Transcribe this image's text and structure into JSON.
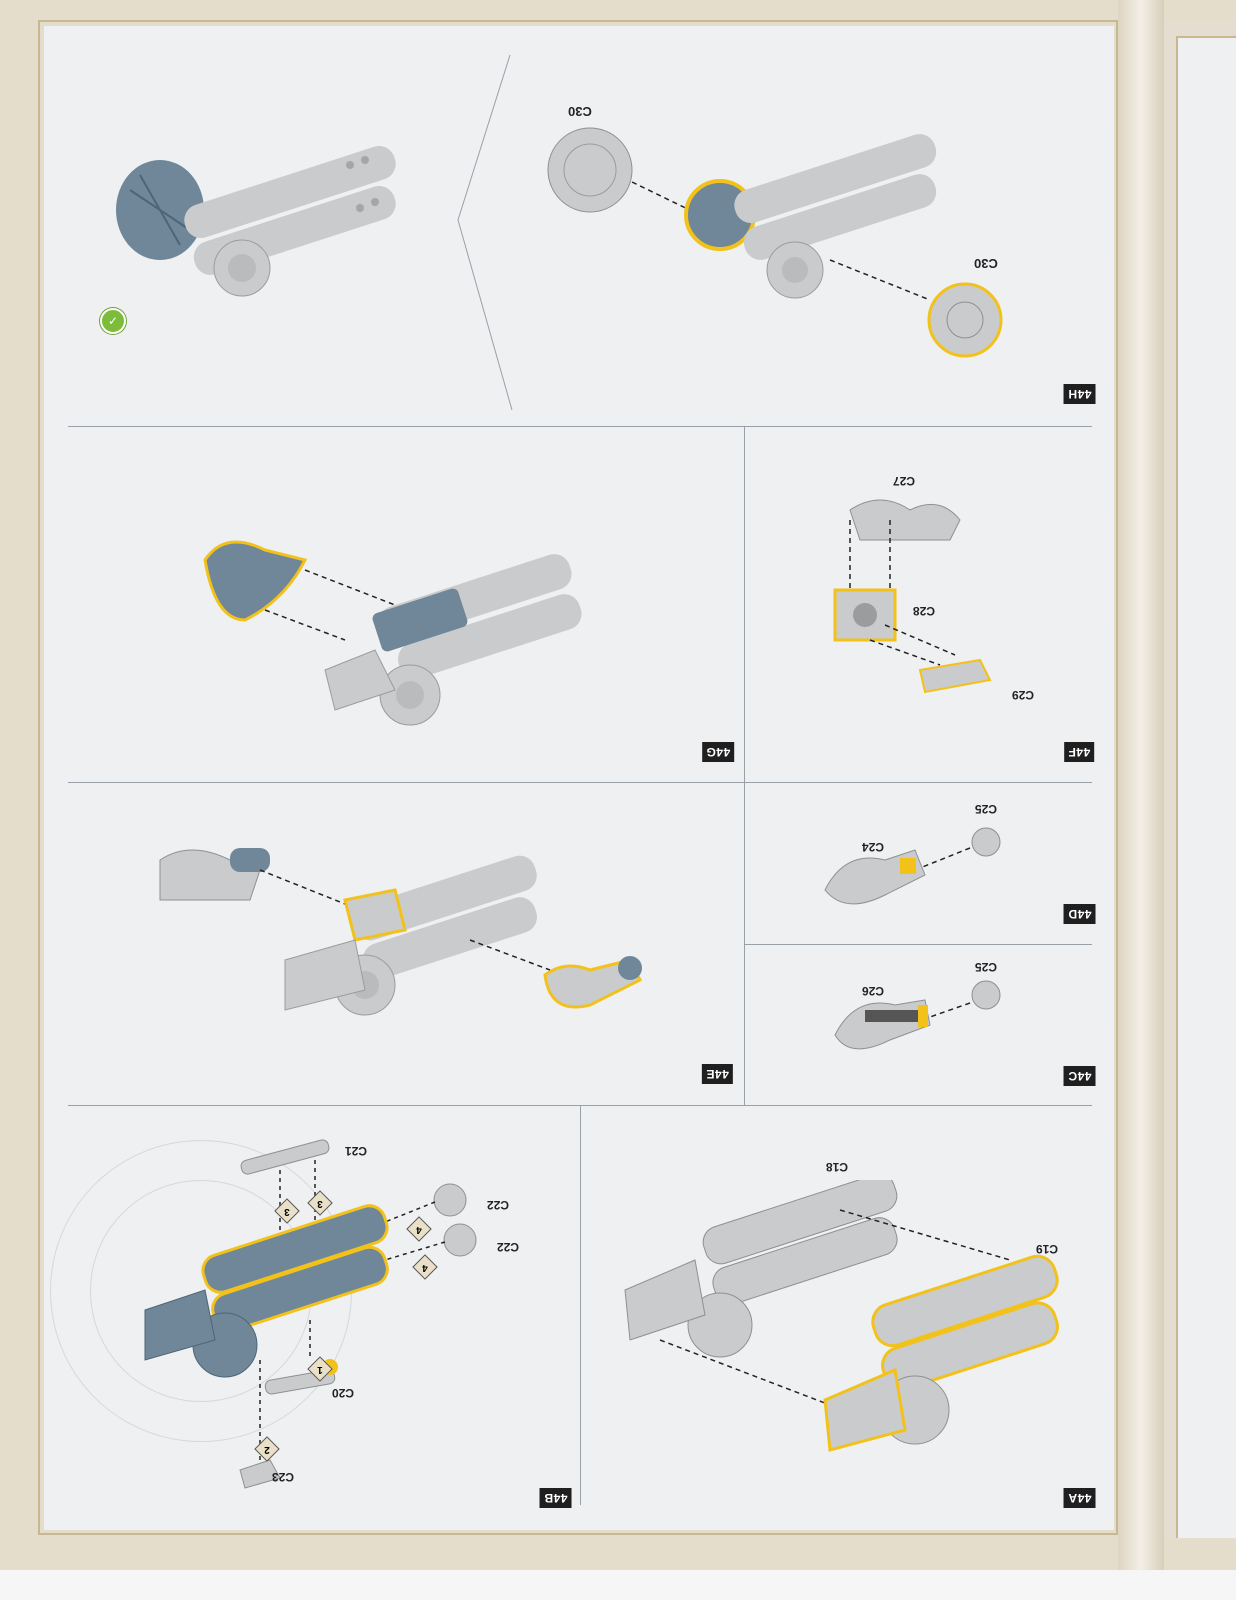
{
  "steps": {
    "s44a": "44A",
    "s44b": "44B",
    "s44c": "44C",
    "s44d": "44D",
    "s44e": "44E",
    "s44f": "44F",
    "s44g": "44G",
    "s44h": "44H"
  },
  "parts": {
    "c18": "C18",
    "c19": "C19",
    "c20": "C20",
    "c21": "C21",
    "c22a": "C22",
    "c22b": "C22",
    "c23": "C23",
    "c24": "C24",
    "c25a": "C25",
    "c25b": "C25",
    "c26": "C26",
    "c27": "C27",
    "c28": "C28",
    "c29": "C29",
    "c30a": "C30",
    "c30b": "C30"
  },
  "order_markers": [
    "1",
    "2",
    "3",
    "3",
    "4",
    "4"
  ],
  "tool_icon": "glue-brush-icon",
  "colors": {
    "highlight": "#f2c21b",
    "part_grey": "#c9cbcc",
    "assembled_blue": "#6f8799",
    "page_bg": "#eef0f2"
  }
}
